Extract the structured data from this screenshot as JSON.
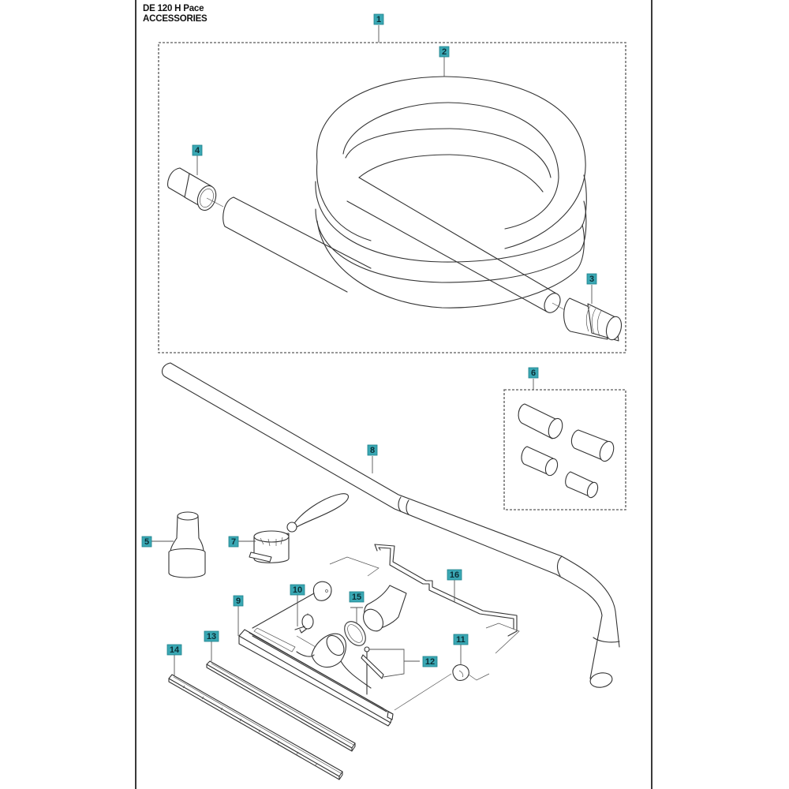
{
  "header": {
    "model": "DE 120 H Pace",
    "section": "ACCESSORIES"
  },
  "colors": {
    "callout_fill": "#3aa8b4",
    "callout_text": "#0b2f36",
    "line": "#333333",
    "frame": "#3a3a3a"
  },
  "callouts": [
    {
      "number": "1",
      "part": "hose-kit-group"
    },
    {
      "number": "2",
      "part": "suction-hose"
    },
    {
      "number": "3",
      "part": "hose-connector-threaded"
    },
    {
      "number": "4",
      "part": "hose-cuff"
    },
    {
      "number": "5",
      "part": "adapter"
    },
    {
      "number": "6",
      "part": "connector-sleeve-set"
    },
    {
      "number": "7",
      "part": "hose-plug-with-strap"
    },
    {
      "number": "8",
      "part": "extension-tube-bent"
    },
    {
      "number": "9",
      "part": "floor-squeegee-nozzle"
    },
    {
      "number": "10",
      "part": "wheel-axle"
    },
    {
      "number": "11",
      "part": "wheel"
    },
    {
      "number": "12",
      "part": "screw-and-clip"
    },
    {
      "number": "13",
      "part": "rubber-strip"
    },
    {
      "number": "14",
      "part": "rubber-strip-notched"
    },
    {
      "number": "15",
      "part": "seal-ring"
    },
    {
      "number": "16",
      "part": "wire-bracket"
    }
  ]
}
